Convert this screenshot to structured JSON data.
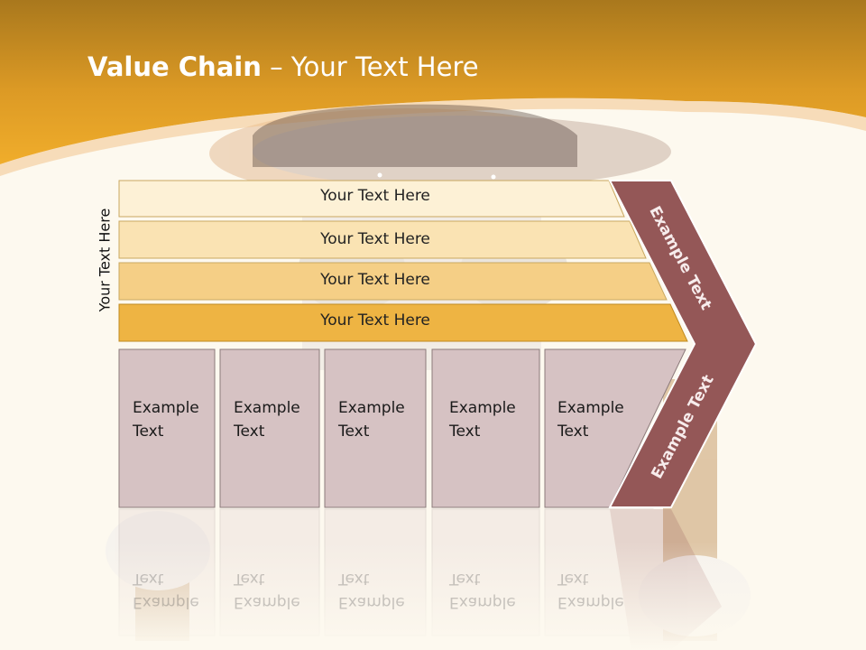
{
  "title": {
    "bold": "Value Chain",
    "rest": " – Your Text Here"
  },
  "side_label": "Your Text Here",
  "bars": [
    {
      "label": "Your Text Here"
    },
    {
      "label": "Your Text Here"
    },
    {
      "label": "Your Text Here"
    },
    {
      "label": "Your Text Here"
    }
  ],
  "columns": [
    {
      "text": "Example\nText"
    },
    {
      "text": "Example\nText"
    },
    {
      "text": "Example\nText"
    },
    {
      "text": "Example\nText"
    },
    {
      "text": "Example\nText"
    }
  ],
  "chevron": {
    "upper": "Example Text",
    "lower": "Example Text"
  },
  "colors": {
    "header_gold": "#e9a526",
    "bar_1": "#fdf1d6",
    "bar_2": "#fae3b3",
    "bar_3": "#f5cf86",
    "bar_4": "#eeb443",
    "column_fill": "#d6c2c3",
    "chevron": "#945757"
  }
}
